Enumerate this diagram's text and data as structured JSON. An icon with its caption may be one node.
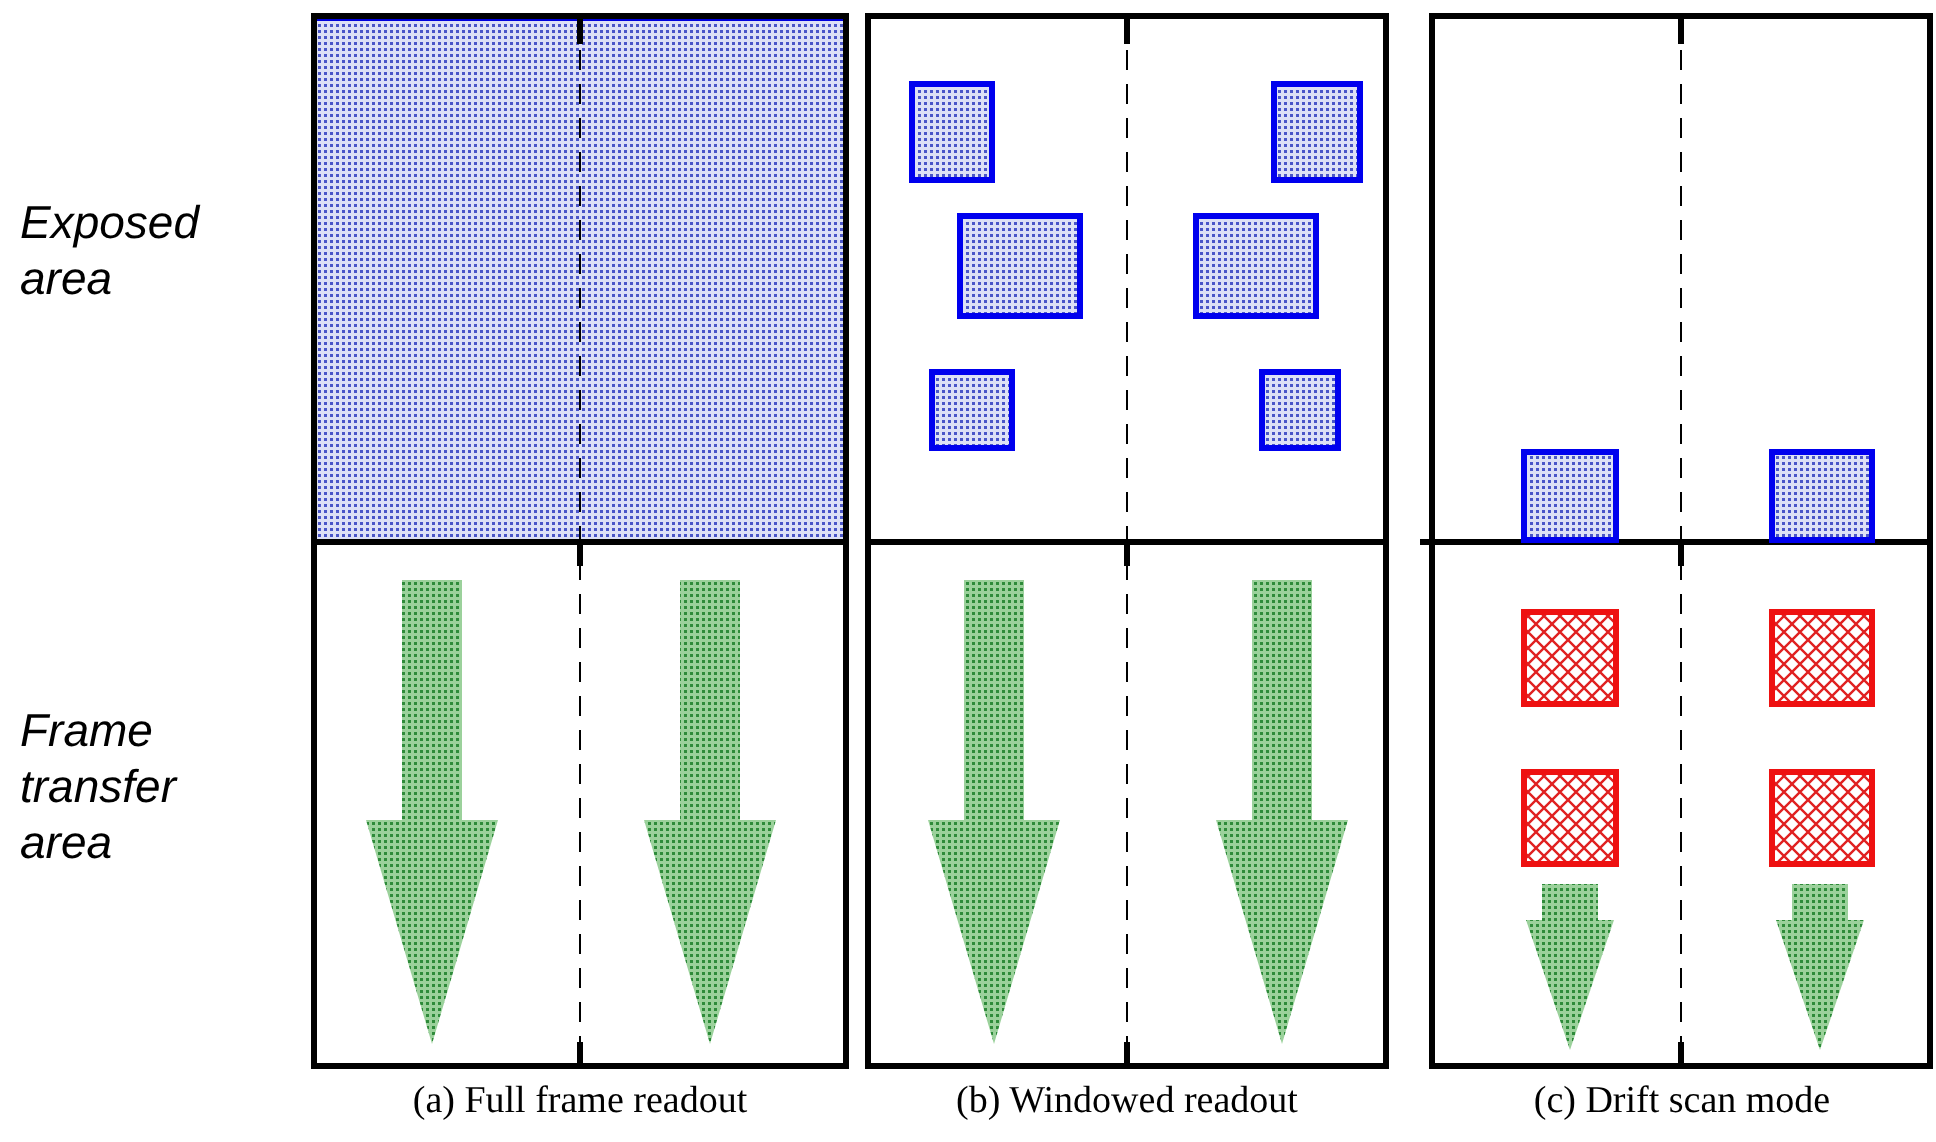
{
  "diagram": {
    "labels": [
      "Exposed area",
      "Frame transfer area",
      "(a) Full frame readout",
      "(b) Windowed readout",
      "(c) Drift scan mode"
    ]
  }
}
